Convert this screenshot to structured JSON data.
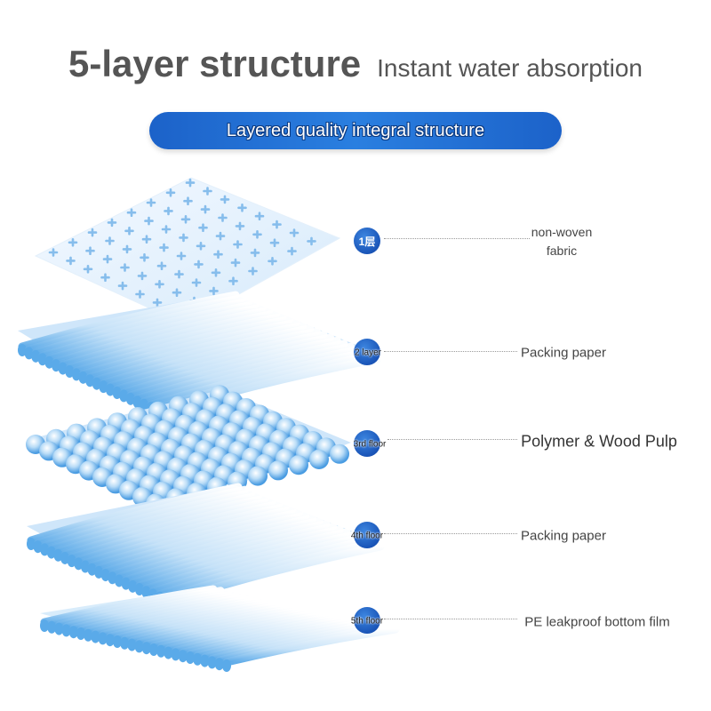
{
  "header": {
    "title": "5-layer structure",
    "subtitle": "Instant water absorption"
  },
  "banner": {
    "text": "Layered quality integral structure"
  },
  "layers": [
    {
      "badge": "1层",
      "label": "non-woven fabric"
    },
    {
      "badge": "2 layer",
      "label": "Packing paper"
    },
    {
      "badge": "3rd floor",
      "label": "Polymer & Wood Pulp"
    },
    {
      "badge": "4th floor",
      "label": "Packing paper"
    },
    {
      "badge": "5th floor",
      "label": "PE leakproof bottom film"
    }
  ],
  "colors": {
    "accent": "#1c62c9",
    "layer_light": "#d9ecfb",
    "layer_mid": "#8ec5f0",
    "layer_dark": "#4ea3e6"
  }
}
